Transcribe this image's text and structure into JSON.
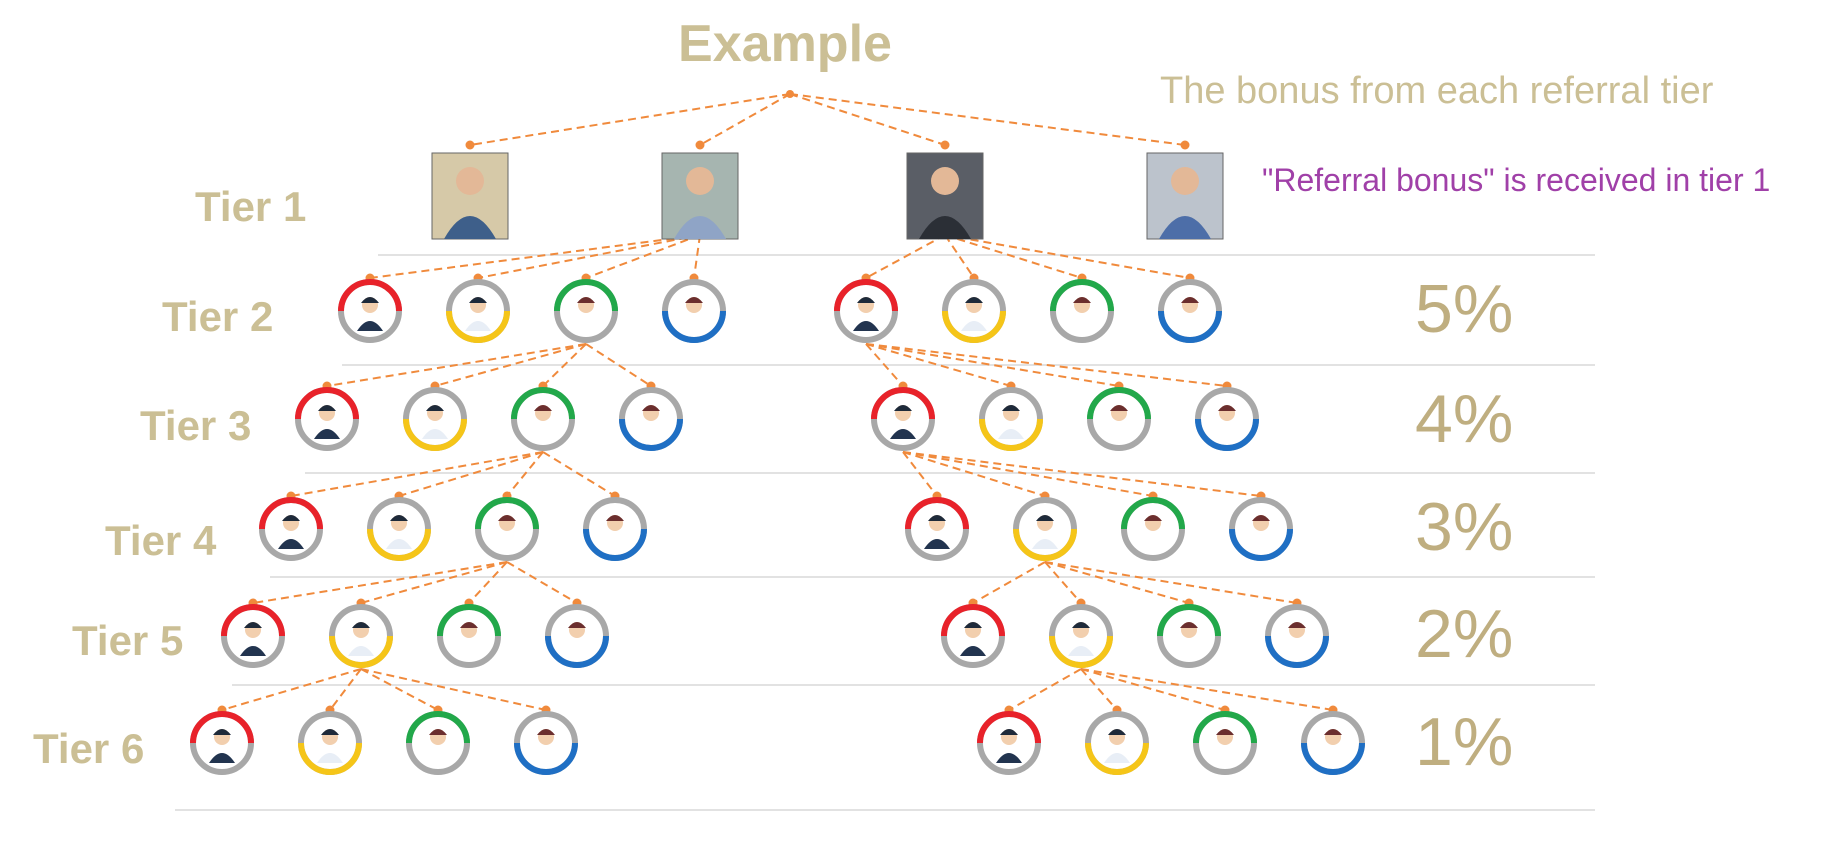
{
  "title": "Example",
  "bonus_title": "The bonus from each referral tier",
  "referral_note": "\"Referral bonus\" is received in tier 1",
  "tiers": [
    {
      "label": "Tier 1",
      "percent": ""
    },
    {
      "label": "Tier 2",
      "percent": "5%"
    },
    {
      "label": "Tier 3",
      "percent": "4%"
    },
    {
      "label": "Tier 4",
      "percent": "3%"
    },
    {
      "label": "Tier 5",
      "percent": "2%"
    },
    {
      "label": "Tier 6",
      "percent": "1%"
    }
  ],
  "colors": {
    "label": "#cbbf95",
    "percent": "#bfae80",
    "note": "#a040a8",
    "connector": "#f08a3c",
    "ring_red": "#e8222a",
    "ring_yellow": "#f5c518",
    "ring_green": "#22a84a",
    "ring_blue": "#1f6fc4",
    "ring_grey": "#a8a8a8"
  }
}
